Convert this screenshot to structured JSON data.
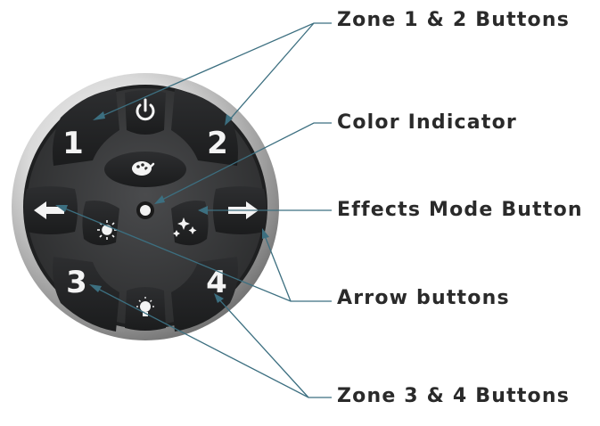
{
  "labels": {
    "zone12": "Zone 1 & 2 Buttons",
    "color_indicator": "Color Indicator",
    "effects_mode": "Effects Mode Button",
    "arrows": "Arrow buttons",
    "zone34": "Zone 3 & 4 Buttons"
  },
  "remote": {
    "button_numbers": {
      "one": "1",
      "two": "2",
      "three": "3",
      "four": "4"
    }
  },
  "colors": {
    "leader_line": "#3c6f80",
    "button_face": "#232425",
    "remote_face": "#3a3b3c",
    "bezel": "#c8c8c8",
    "glyph": "#f4f4f4"
  }
}
